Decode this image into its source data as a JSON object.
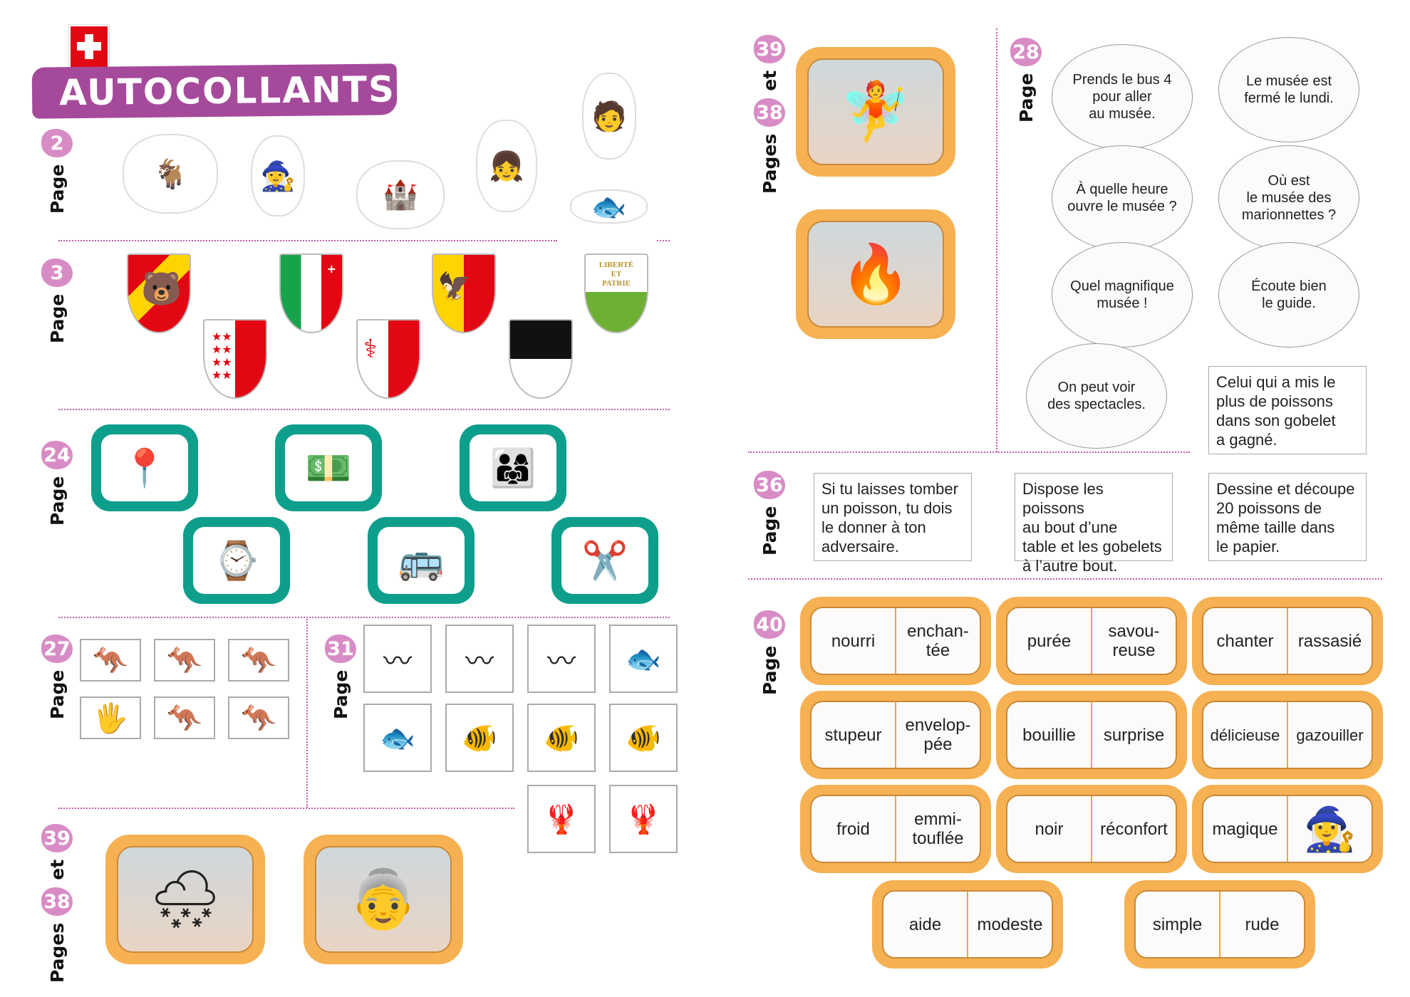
{
  "header": {
    "title": "AUTOCOLLANTS",
    "flag_icon": "swiss-flag-icon"
  },
  "sections": {
    "p2": {
      "label": "Page",
      "pages": [
        "2"
      ],
      "stickers": [
        "chamois-wolf-marmot",
        "fairy-grandmother",
        "chillon-castle",
        "girl-with-puppet",
        "man-in-green",
        "trout-fish"
      ]
    },
    "p3": {
      "label": "Page",
      "pages": [
        "3"
      ],
      "shields": [
        "Bern",
        "Valais",
        "Neuchâtel",
        "Jura",
        "Genève",
        "Fribourg",
        "Vaud"
      ],
      "vaud_text": [
        "LIBERTÉ",
        "ET",
        "PATRIE"
      ]
    },
    "p24": {
      "label": "Page",
      "pages": [
        "24"
      ],
      "tiles": [
        "location-pin",
        "banknote-coins",
        "family-guide",
        "wristwatch",
        "bus",
        "scissors-paper"
      ]
    },
    "p27": {
      "label": "Page",
      "pages": [
        "27"
      ],
      "cards": [
        "kangaroo-stick-puppet",
        "kangaroo-marionette",
        "sock-puppet",
        "finger-puppet",
        "string-puppet",
        "glove-puppet"
      ]
    },
    "p31": {
      "label": "Page",
      "pages": [
        "31"
      ],
      "cards": [
        "eel",
        "eel",
        "eel",
        "whitefish",
        "whitefish",
        "perch",
        "perch",
        "perch",
        "crayfish",
        "crayfish"
      ]
    },
    "p38_bottom": {
      "label": "Pages",
      "pages": [
        "38",
        "39"
      ],
      "joiner": "et",
      "scenes": [
        "snow-scene",
        "grandmother-gives-bowl"
      ]
    },
    "p38_top": {
      "label": "Pages",
      "pages": [
        "38",
        "39"
      ],
      "joiner": "et",
      "scenes": [
        "fairy-in-cave",
        "cold-family-at-table"
      ]
    },
    "p28": {
      "label": "Page",
      "pages": [
        "28"
      ],
      "bubbles": [
        "Prends le bus 4\npour aller\nau musée.",
        "Le musée est\nfermé le lundi.",
        "À quelle heure\nouvre le musée ?",
        "Où est\nle musée des\nmarionnettes ?",
        "Quel magnifique\nmusée !",
        "Écoute bien\nle guide.",
        "On peut voir\ndes spectacles."
      ]
    },
    "p36": {
      "label": "Page",
      "pages": [
        "36"
      ],
      "rules": [
        "Celui qui a mis le\nplus de poissons\ndans son gobelet\na gagné.",
        "Si tu laisses tomber\nun poisson, tu dois\nle donner à ton\nadversaire.",
        "Dispose les poissons\nau bout d’une\ntable et les gobelets\nà l’autre bout.",
        "Dessine et découpe\n20 poissons de\nmême taille dans\nle papier."
      ]
    },
    "p40": {
      "label": "Page",
      "pages": [
        "40"
      ],
      "dominoes": [
        [
          "nourri",
          "enchan-\ntée"
        ],
        [
          "purée",
          "savou-\nreuse"
        ],
        [
          "chanter",
          "rassasié"
        ],
        [
          "stupeur",
          "envelop-\npée"
        ],
        [
          "bouillie",
          "surprise"
        ],
        [
          "délicieuse",
          "gazouiller"
        ],
        [
          "froid",
          "emmi-\ntouflée"
        ],
        [
          "noir",
          "réconfort"
        ],
        [
          "magique",
          ""
        ],
        [
          "aide",
          "modeste"
        ],
        [
          "simple",
          "rude"
        ]
      ]
    }
  },
  "colors": {
    "purple": "#a54a9b",
    "badge": "#d88cc6",
    "teal": "#0e9e8c",
    "orange": "#f6b152",
    "dotted": "#c05aa8"
  }
}
